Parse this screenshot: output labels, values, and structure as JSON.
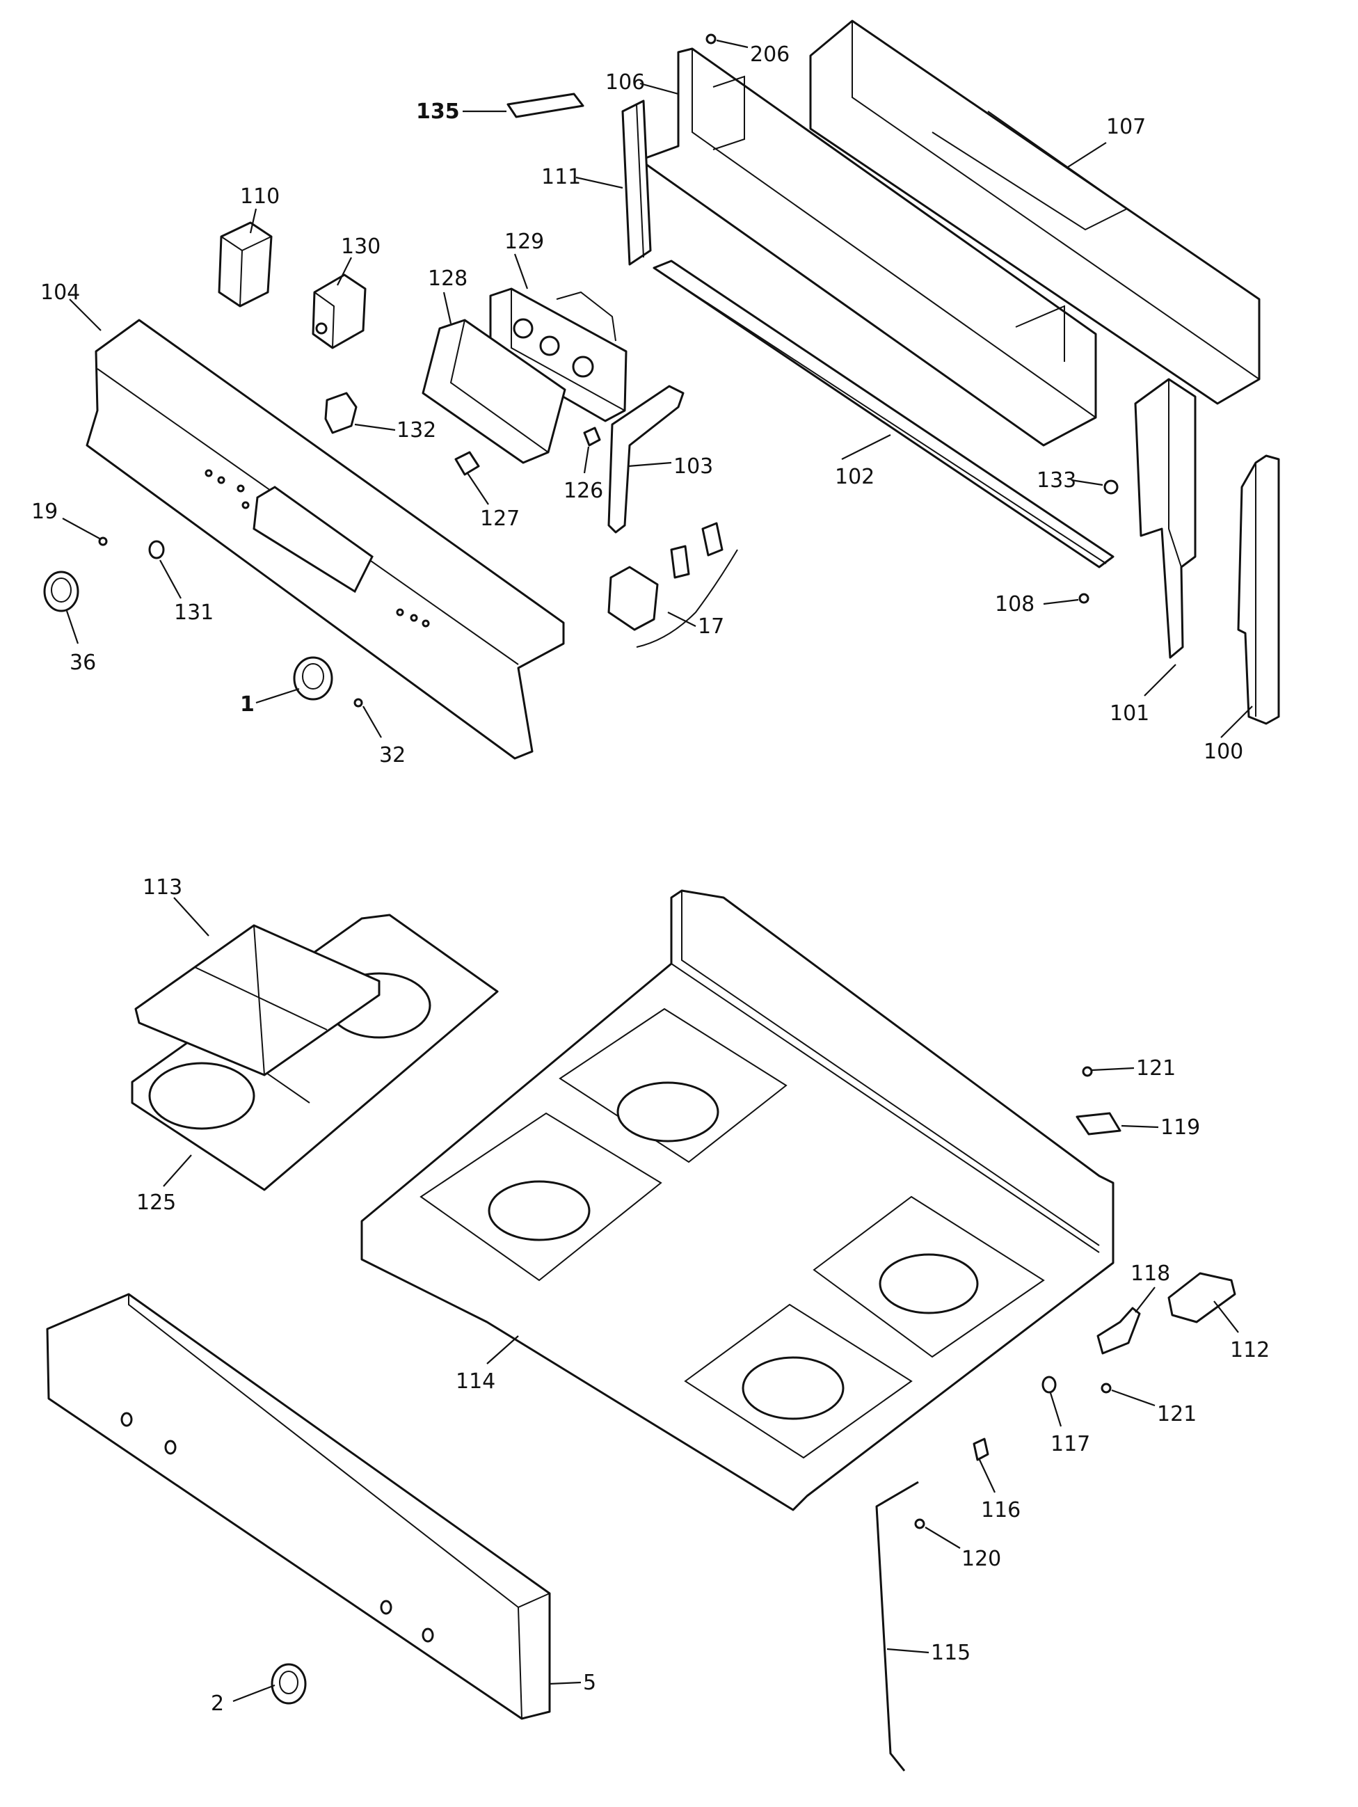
{
  "diagram": {
    "parts": [
      {
        "id": "p206",
        "label": "206"
      },
      {
        "id": "p106",
        "label": "106"
      },
      {
        "id": "p107",
        "label": "107"
      },
      {
        "id": "p135",
        "label": "135"
      },
      {
        "id": "p111",
        "label": "111"
      },
      {
        "id": "p110",
        "label": "110"
      },
      {
        "id": "p130",
        "label": "130"
      },
      {
        "id": "p129",
        "label": "129"
      },
      {
        "id": "p128",
        "label": "128"
      },
      {
        "id": "p104",
        "label": "104"
      },
      {
        "id": "p132",
        "label": "132"
      },
      {
        "id": "p103",
        "label": "103"
      },
      {
        "id": "p102",
        "label": "102"
      },
      {
        "id": "p133",
        "label": "133"
      },
      {
        "id": "p127",
        "label": "127"
      },
      {
        "id": "p126",
        "label": "126"
      },
      {
        "id": "p19",
        "label": "19"
      },
      {
        "id": "p131",
        "label": "131"
      },
      {
        "id": "p36",
        "label": "36"
      },
      {
        "id": "p17",
        "label": "17"
      },
      {
        "id": "p108",
        "label": "108"
      },
      {
        "id": "p101",
        "label": "101"
      },
      {
        "id": "p100",
        "label": "100"
      },
      {
        "id": "p1",
        "label": "1"
      },
      {
        "id": "p32",
        "label": "32"
      },
      {
        "id": "p113",
        "label": "113"
      },
      {
        "id": "p125",
        "label": "125"
      },
      {
        "id": "p121a",
        "label": "121"
      },
      {
        "id": "p119",
        "label": "119"
      },
      {
        "id": "p118",
        "label": "118"
      },
      {
        "id": "p112",
        "label": "112"
      },
      {
        "id": "p121b",
        "label": "121"
      },
      {
        "id": "p114",
        "label": "114"
      },
      {
        "id": "p117",
        "label": "117"
      },
      {
        "id": "p116",
        "label": "116"
      },
      {
        "id": "p120",
        "label": "120"
      },
      {
        "id": "p115",
        "label": "115"
      },
      {
        "id": "p2",
        "label": "2"
      },
      {
        "id": "p5",
        "label": "5"
      }
    ]
  }
}
